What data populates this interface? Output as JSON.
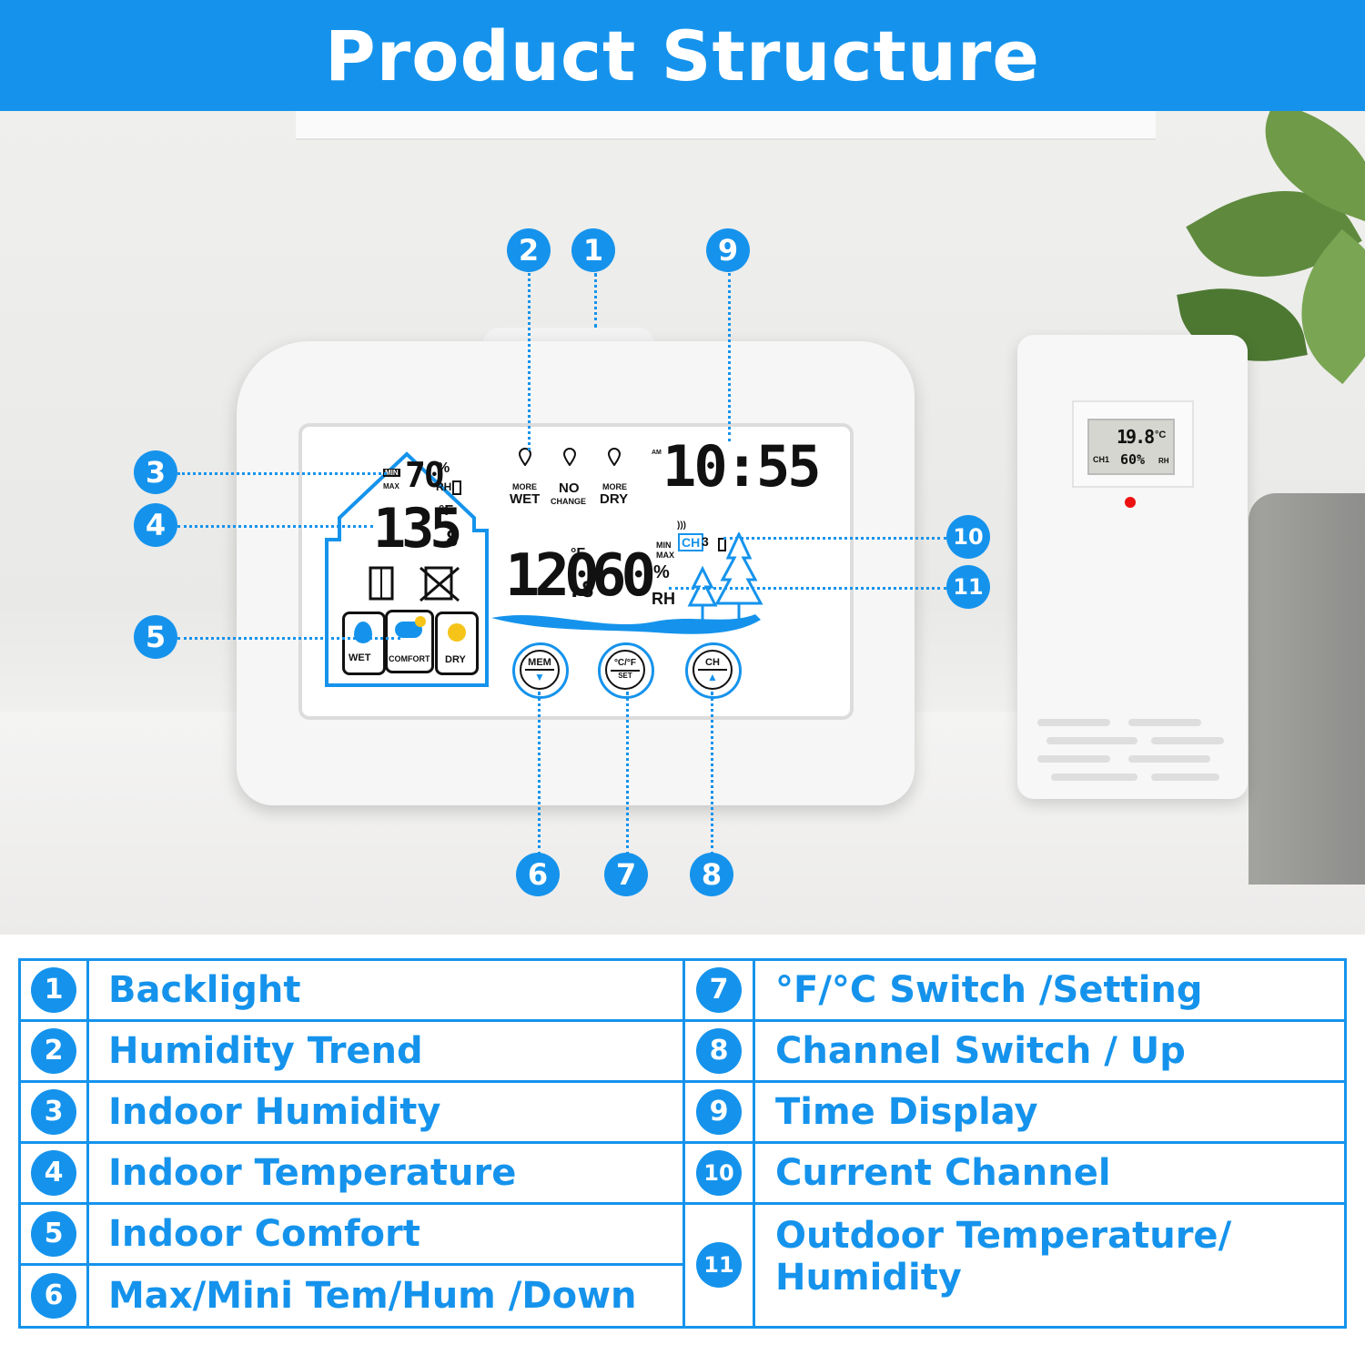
{
  "title": "Product Structure",
  "colors": {
    "accent": "#1593ec",
    "lcd_text": "#111111",
    "led": "#ee1111"
  },
  "display": {
    "trend": {
      "more_small": "MORE",
      "wet": "WET",
      "no": "NO",
      "change": "CHANGE",
      "dry": "DRY"
    },
    "time_ampm": "AM",
    "time": "10:55",
    "indoor_min": "MIN",
    "indoor_max": "MAX",
    "indoor_humidity": "70",
    "pct": "%",
    "rh": "RH",
    "indoor_temp": "135",
    "indoor_temp_dec": ".8",
    "unit_f": "°F",
    "channel_label": "CH",
    "channel_num": "3",
    "outdoor_temp": "120",
    "outdoor_temp_dec": ".8",
    "outdoor_min": "MIN",
    "outdoor_max": "MAX",
    "outdoor_humidity": "60",
    "comfort_wet": "WET",
    "comfort_comfort": "COMFORT",
    "comfort_dry": "DRY"
  },
  "buttons": {
    "mem": "MEM",
    "mem_arrow": "▼",
    "unit": "°C/°F",
    "set": "SET",
    "ch": "CH",
    "ch_arrow": "▲"
  },
  "sensor": {
    "temp": "19.8",
    "unit": "°C",
    "channel": "CH1",
    "humidity": "60%",
    "rh": "RH"
  },
  "callouts": [
    "1",
    "2",
    "3",
    "4",
    "5",
    "6",
    "7",
    "8",
    "9",
    "10",
    "11"
  ],
  "legend": [
    {
      "num": "1",
      "label": "Backlight"
    },
    {
      "num": "2",
      "label": "Humidity Trend"
    },
    {
      "num": "3",
      "label": "Indoor Humidity"
    },
    {
      "num": "4",
      "label": "Indoor Temperature"
    },
    {
      "num": "5",
      "label": "Indoor Comfort"
    },
    {
      "num": "6",
      "label": "Max/Mini Tem/Hum /Down"
    },
    {
      "num": "7",
      "label": "°F/°C Switch /Setting"
    },
    {
      "num": "8",
      "label": "Channel Switch / Up"
    },
    {
      "num": "9",
      "label": "Time Display"
    },
    {
      "num": "10",
      "label": "Current Channel"
    },
    {
      "num": "11",
      "label": "Outdoor Temperature/",
      "label2": "Humidity"
    }
  ]
}
